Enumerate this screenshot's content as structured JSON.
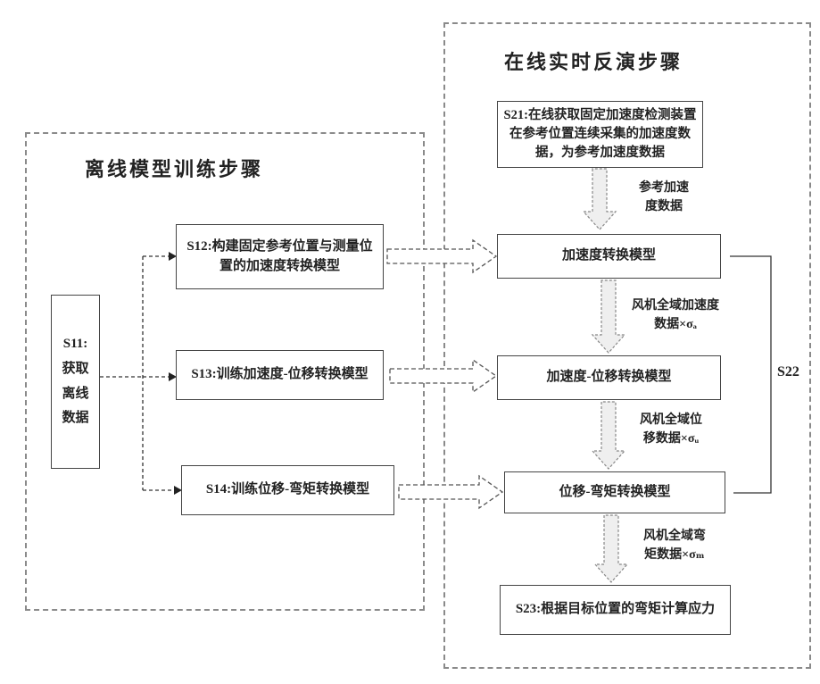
{
  "panels": {
    "offline": {
      "title": "离线模型训练步骤"
    },
    "online": {
      "title": "在线实时反演步骤"
    }
  },
  "boxes": {
    "s11": "S11:\n获取\n离线\n数据",
    "s12": "S12:构建固定参考位置与测量位置的加速度转换模型",
    "s13": "S13:训练加速度-位移转换模型",
    "s14": "S14:训练位移-弯矩转换模型",
    "s21": "S21:在线获取固定加速度检测装置在参考位置连续采集的加速度数据，为参考加速度数据",
    "accel_model": "加速度转换模型",
    "accel_disp_model": "加速度-位移转换模型",
    "disp_moment_model": "位移-弯矩转换模型",
    "s23": "S23:根据目标位置的弯矩计算应力"
  },
  "labels": {
    "ref_accel_data": "参考加速\n度数据",
    "global_accel_data": "风机全域加速度\n数据×σₐ",
    "global_disp_data": "风机全域位\n移数据×σᵤ",
    "global_moment_data": "风机全域弯\n矩数据×σₘ",
    "s22": "S22"
  },
  "colors": {
    "background": "#ffffff",
    "box_border": "#444444",
    "dashed_border": "#8a8a8a",
    "line": "#333333",
    "block_arrow_fill": "#efefef",
    "text": "#1a1a1a"
  }
}
